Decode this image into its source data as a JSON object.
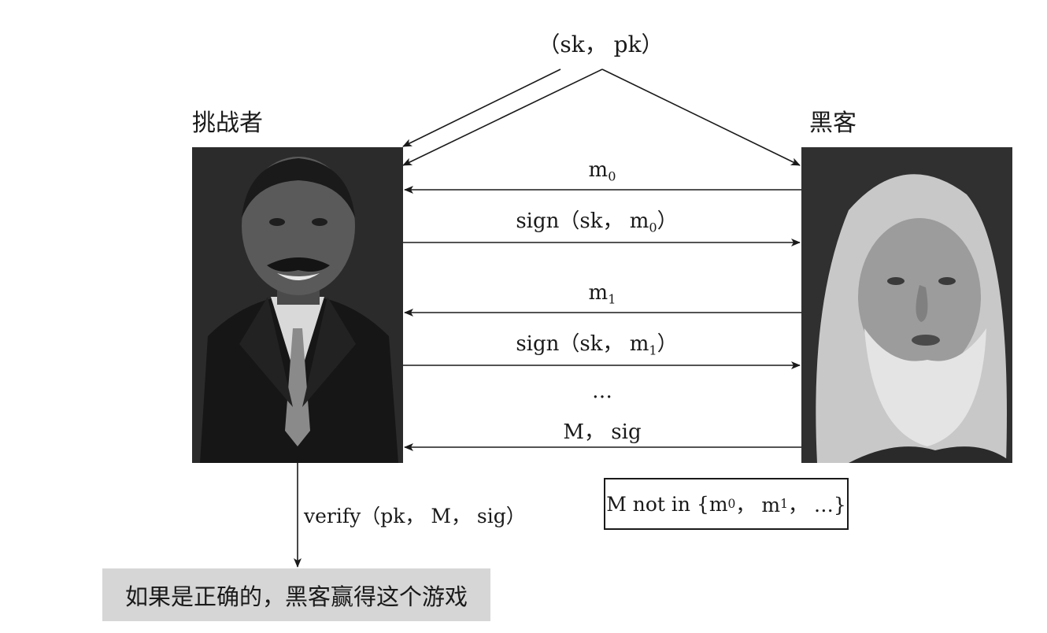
{
  "keys_label": "（sk，  pk）",
  "actors": {
    "challenger": "挑战者",
    "hacker": "黑客"
  },
  "messages": {
    "m0": {
      "base": "m",
      "sub": "0"
    },
    "sign_m0": {
      "prefix": "sign（sk，  m",
      "sub": "0",
      "suffix": "）"
    },
    "m1": {
      "base": "m",
      "sub": "1"
    },
    "sign_m1": {
      "prefix": "sign（sk，  m",
      "sub": "1",
      "suffix": "）"
    },
    "ellipsis": "…",
    "final": "M，  sig"
  },
  "note": {
    "prefix": "M not in {m",
    "sub0": "0",
    "mid": "，  m",
    "sub1": "1",
    "suffix": "，  …}"
  },
  "verify_label": "verify（pk，  M，  sig）",
  "result": "如果是正确的，黑客赢得这个游戏"
}
